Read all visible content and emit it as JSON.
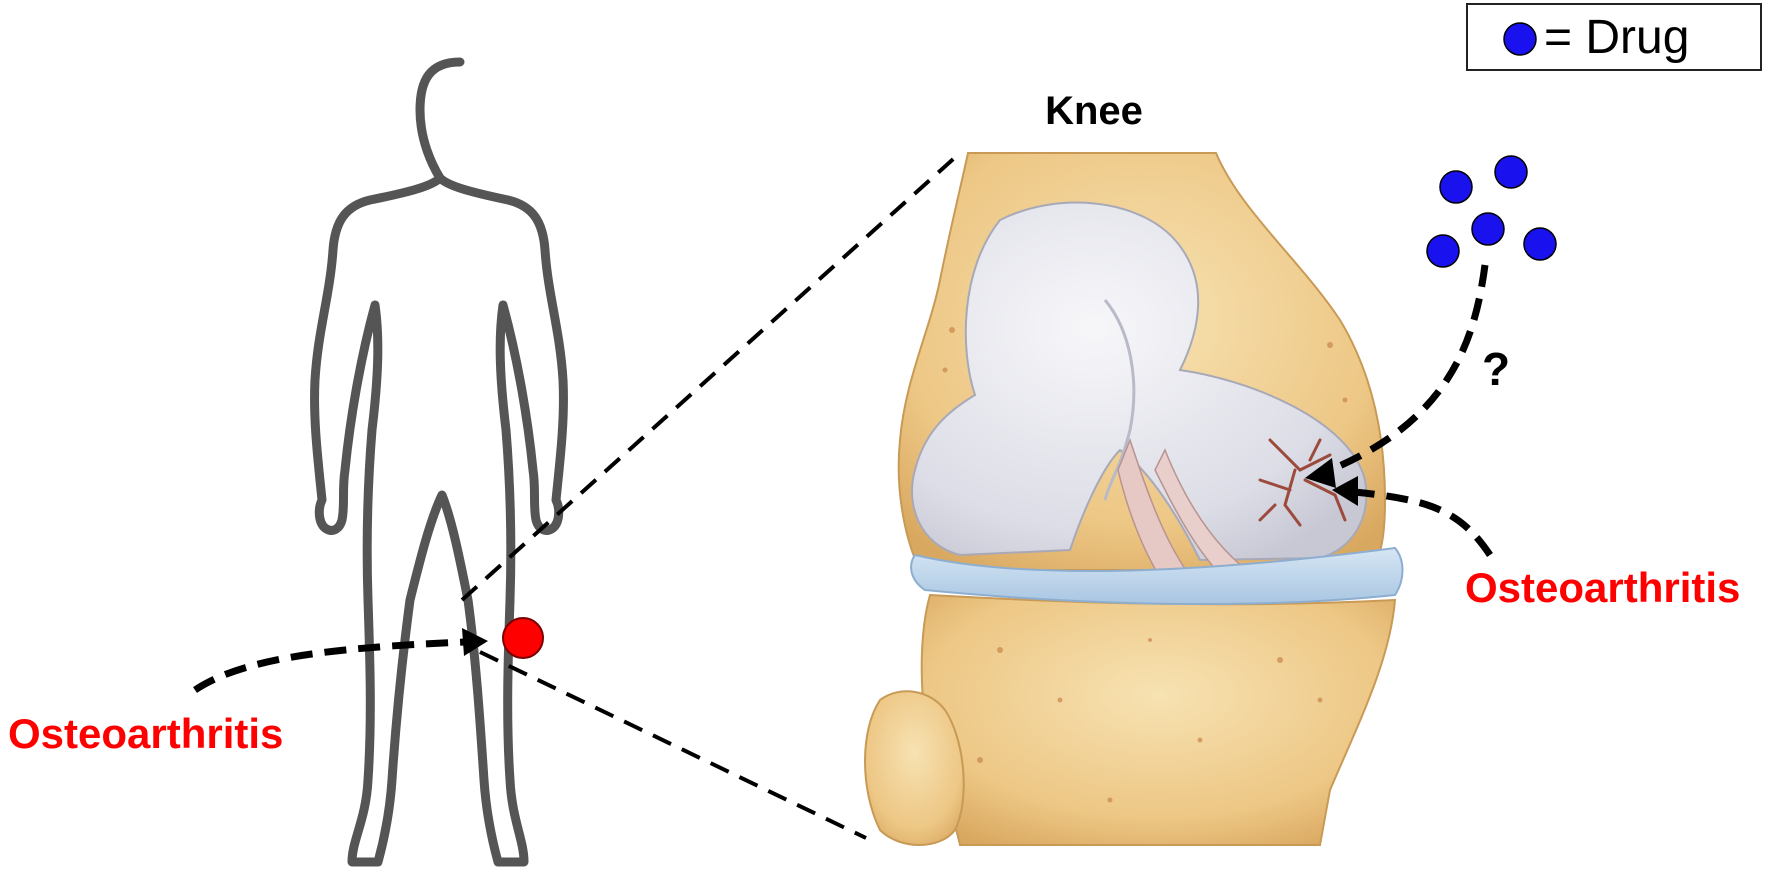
{
  "legend": {
    "text": "= Drug",
    "dot_color": "#1a12ee"
  },
  "labels": {
    "knee": "Knee",
    "question": "?",
    "osteoarthritis_left": "Osteoarthritis",
    "osteoarthritis_right": "Osteoarthritis"
  },
  "colors": {
    "highlight": "#ff0000",
    "accent_text": "#ff0000",
    "body_outline": "#555555",
    "bone": "#f1cf8e",
    "cartilage": "#e3e4ec",
    "meniscus": "#b8d2ea",
    "lesion": "#9c4a3c",
    "drug": "#1a12ee"
  },
  "icons": [
    "human-silhouette-icon",
    "knee-anatomy-icon",
    "drug-dot-icon"
  ]
}
